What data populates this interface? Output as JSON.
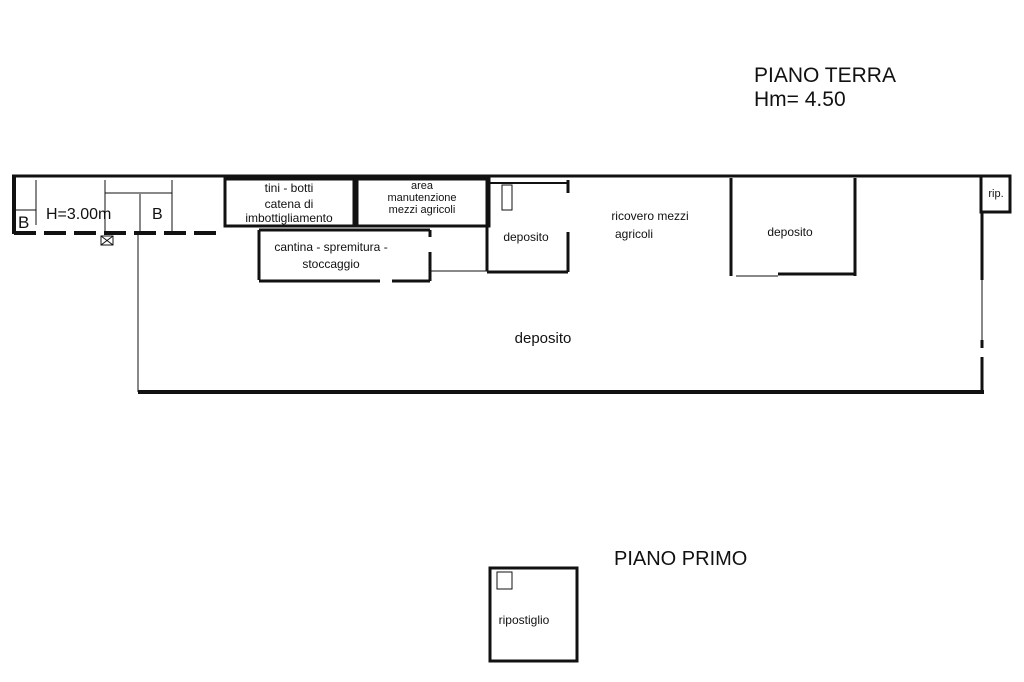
{
  "ground_floor": {
    "title": "PIANO TERRA",
    "height": "Hm= 4.50",
    "rooms": {
      "height_label": "H=3.00m",
      "bath_1": "B",
      "bath_2": "B",
      "tini_line1": "tini - botti",
      "tini_line2": "catena di",
      "tini_line3": "imbottigliamento",
      "area_line1": "area",
      "area_line2": "manutenzione",
      "area_line3": "mezzi agricoli",
      "cantina_line1": "cantina - spremitura -",
      "cantina_line2": "stoccaggio",
      "deposito_small": "deposito",
      "ricovero_line1": "ricovero mezzi",
      "ricovero_line2": "agricoli",
      "deposito_right": "deposito",
      "rip": "rip.",
      "deposito_main": "deposito"
    }
  },
  "first_floor": {
    "title": "PIANO PRIMO",
    "room": "ripostiglio"
  }
}
